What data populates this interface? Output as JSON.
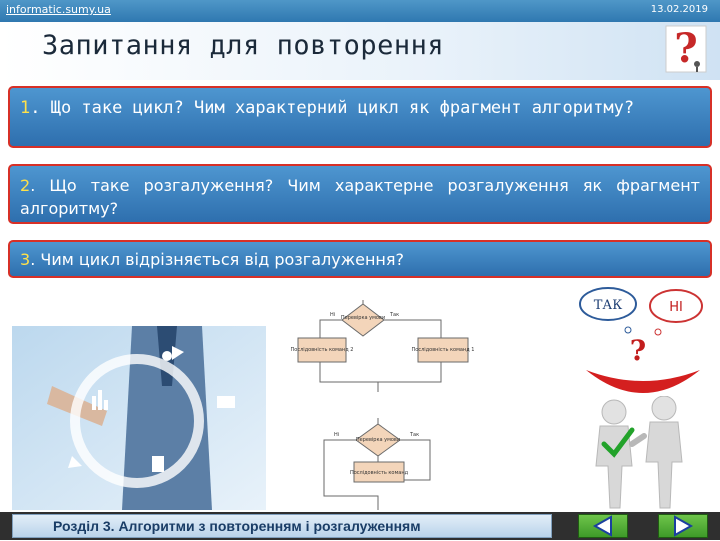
{
  "header": {
    "site": "informatic.sumy.ua",
    "date": "13.02.2019"
  },
  "slide": {
    "title": "Запитання для повторення"
  },
  "questions": [
    {
      "num": "1",
      "text": ". Що таке цикл? Чим характерний цикл як фрагмент алгоритму?"
    },
    {
      "num": "2",
      "text": ". Що таке розгалуження? Чим характерне розгалуження як фрагмент алгоритму?"
    },
    {
      "num": "3",
      "text": ". Чим цикл відрізняється від розгалуження?"
    }
  ],
  "illustration": {
    "yes_label": "ТАК",
    "no_label": "НІ",
    "question_mark": "?"
  },
  "flowchart": {
    "condition_1": "Перевірка умови",
    "no_1": "Ні",
    "yes_1": "Так",
    "seq_2": "Послідовність команд 2",
    "seq_1": "Послідовність команд 1",
    "no_2": "Ні",
    "condition_2": "Перевірка умови",
    "yes_2": "Так",
    "seq_loop": "Послідовність команд"
  },
  "footer": {
    "section": "Розділ 3. Алгоритми з повторенням і розгалуженням"
  },
  "colors": {
    "accent": "#2f78b0",
    "box_border": "#d73027",
    "number": "#ffe14a",
    "nav_green": "#4caf33"
  }
}
